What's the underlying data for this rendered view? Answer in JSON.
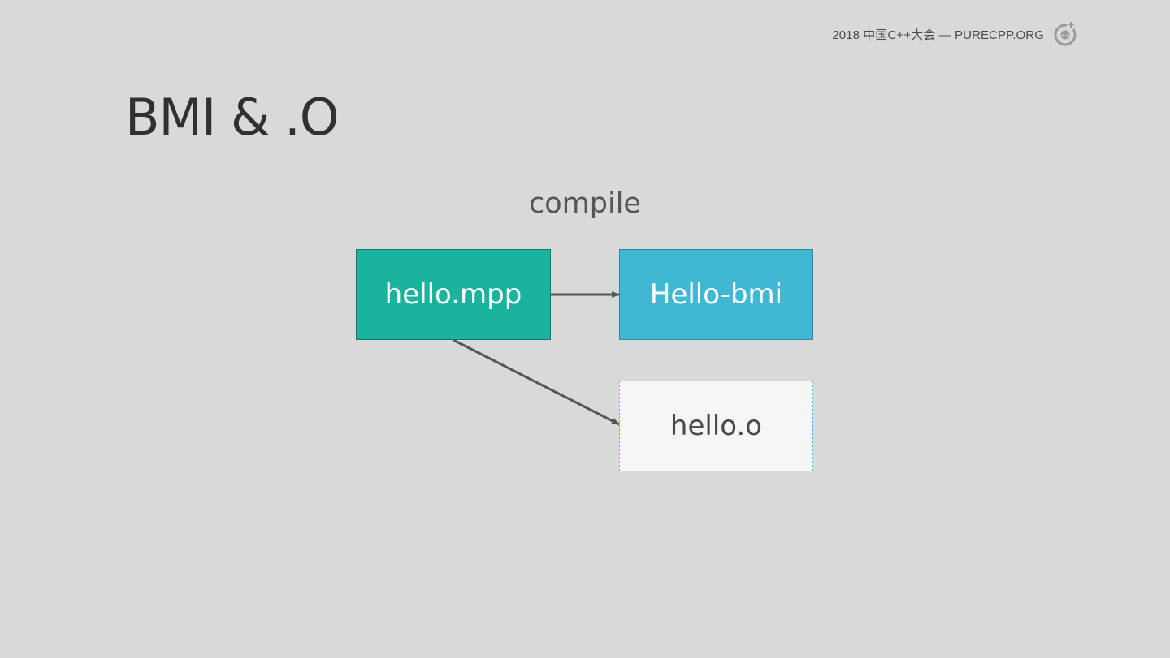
{
  "header": {
    "footer_text": "2018 中国C++大会 — PURECPP.ORG",
    "logo_icon": "purecpp-logo-icon"
  },
  "slide": {
    "title": "BMI & .O"
  },
  "diagram": {
    "edge_label": "compile",
    "nodes": {
      "source": {
        "label": "hello.mpp",
        "color": "#1bb39e"
      },
      "bmi": {
        "label": "Hello-bmi",
        "color": "#40b8d4"
      },
      "object": {
        "label": "hello.o",
        "color": "#f5f5f5",
        "border": "#40b8d4"
      }
    },
    "edges": [
      {
        "from": "source",
        "to": "bmi"
      },
      {
        "from": "source",
        "to": "object"
      }
    ],
    "arrow_color": "#555555"
  }
}
